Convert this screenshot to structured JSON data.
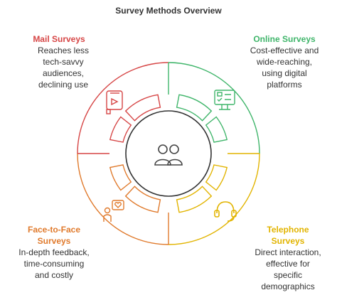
{
  "title": "Survey Methods Overview",
  "quadrants": {
    "mail": {
      "heading": "Mail Surveys",
      "description_lines": [
        "Reaches less",
        "tech-savvy",
        "audiences,",
        "declining use"
      ],
      "color": "#d64545",
      "icon": "mailbox-icon"
    },
    "online": {
      "heading": "Online Surveys",
      "description_lines": [
        "Cost-effective and",
        "wide-reaching,",
        "using digital",
        "platforms"
      ],
      "color": "#3fb56a",
      "icon": "computer-checklist-icon"
    },
    "face": {
      "heading_lines": [
        "Face-to-Face",
        "Surveys"
      ],
      "description_lines": [
        "In-depth feedback,",
        "time-consuming",
        "and costly"
      ],
      "color": "#e07a2c",
      "icon": "person-heart-icon"
    },
    "telephone": {
      "heading_lines": [
        "Telephone",
        "Surveys"
      ],
      "description_lines": [
        "Direct interaction,",
        "effective for",
        "specific",
        "demographics"
      ],
      "color": "#e2b400",
      "icon": "headset-icon"
    }
  },
  "center_icon": "people-icon"
}
